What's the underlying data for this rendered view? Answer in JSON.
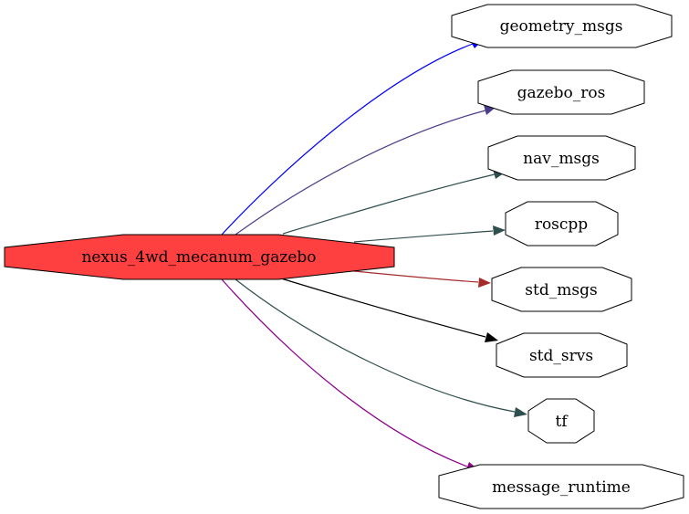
{
  "diagram": {
    "type": "dependency-graph",
    "source": {
      "id": "nexus_4wd_mecanum_gazebo",
      "label": "nexus_4wd_mecanum_gazebo",
      "fill": "#ff4040"
    },
    "targets": [
      {
        "id": "geometry_msgs",
        "label": "geometry_msgs",
        "edge_color": "#0000ff"
      },
      {
        "id": "gazebo_ros",
        "label": "gazebo_ros",
        "edge_color": "#483d8b"
      },
      {
        "id": "nav_msgs",
        "label": "nav_msgs",
        "edge_color": "#2f4f4f"
      },
      {
        "id": "roscpp",
        "label": "roscpp",
        "edge_color": "#2f4f4f"
      },
      {
        "id": "std_msgs",
        "label": "std_msgs",
        "edge_color": "#a52a2a"
      },
      {
        "id": "std_srvs",
        "label": "std_srvs",
        "edge_color": "#000000"
      },
      {
        "id": "tf",
        "label": "tf",
        "edge_color": "#2f4f4f"
      },
      {
        "id": "message_runtime",
        "label": "message_runtime",
        "edge_color": "#8b008b"
      }
    ]
  }
}
